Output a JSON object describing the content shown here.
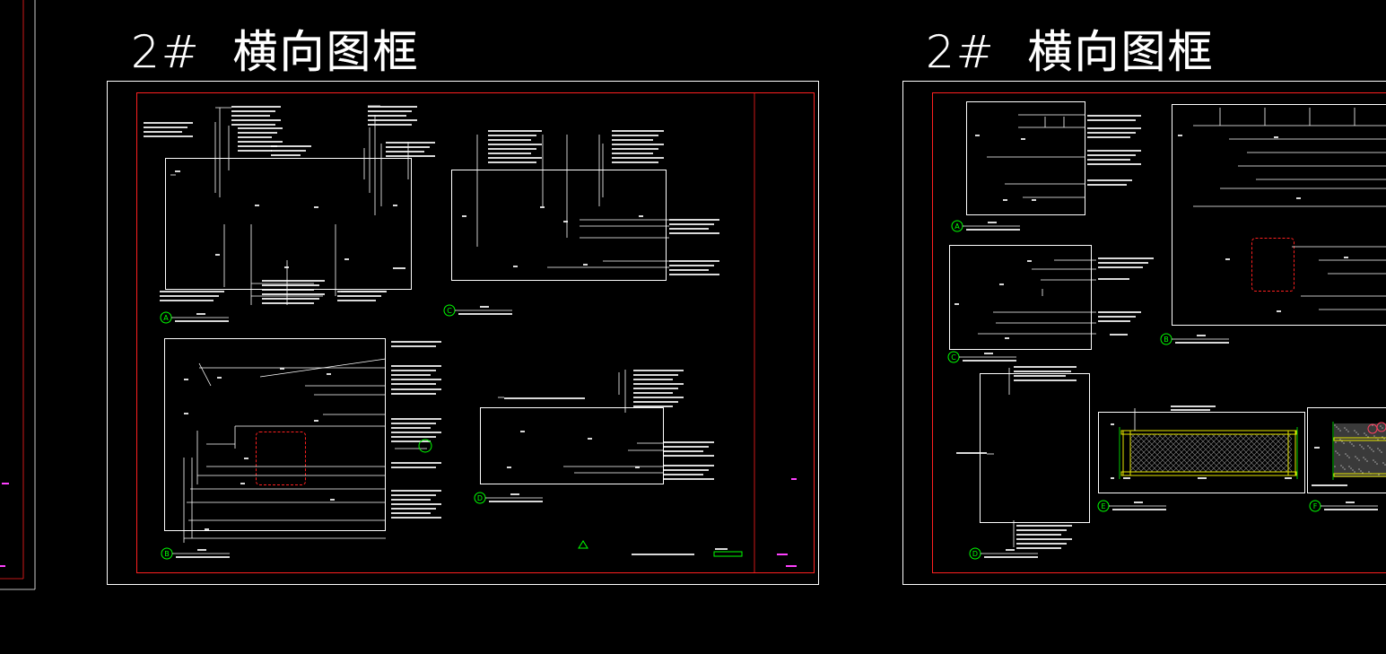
{
  "drawing": {
    "sheet_title_left": "2#  横向图框",
    "sheet_title_right": "2#  横向图框",
    "view_markers_left": [
      "A",
      "C",
      "B",
      "D"
    ],
    "view_markers_right": [
      "A",
      "B",
      "C",
      "D",
      "E",
      "F"
    ],
    "colors": {
      "background": "#000000",
      "line": "#ffffff",
      "frame": "#ff2020",
      "marker": "#00ff00",
      "accent": "#ff40ff",
      "hatch": "#e6e600"
    }
  }
}
